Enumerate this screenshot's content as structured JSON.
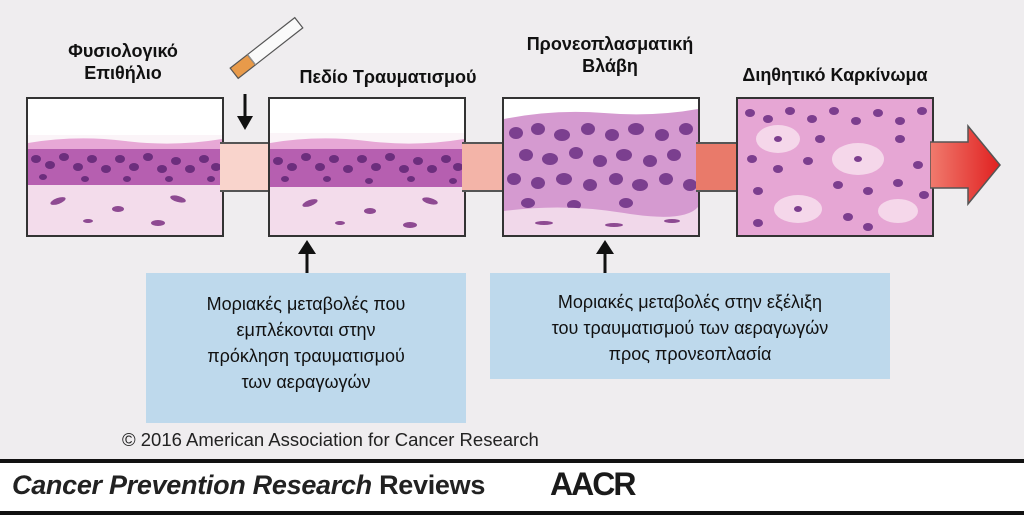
{
  "stages": [
    {
      "label_lines": [
        "Φυσιολογικό",
        "Επιθήλιο"
      ]
    },
    {
      "label_lines": [
        "Πεδίο Τραυματισμού"
      ]
    },
    {
      "label_lines": [
        "Προνεοπλασματική",
        "Βλάβη"
      ]
    },
    {
      "label_lines": [
        "Διηθητικό Καρκίνωμα"
      ]
    }
  ],
  "captions": [
    {
      "lines": [
        "Μοριακές μεταβολές που",
        "εμπλέκονται στην",
        "πρόκληση τραυματισμού",
        "των αεραγωγών"
      ]
    },
    {
      "lines": [
        "Μοριακές μεταβολές στην εξέλιξη",
        "του τραυματισμού των αεραγωγών",
        "προς προνεοπλασία"
      ]
    }
  ],
  "icons": {
    "cigarette": "cigarette-icon",
    "down_arrow": "down-arrow-icon",
    "up_arrow": "up-arrow-icon",
    "progression_arrow": "progression-arrow-icon"
  },
  "colors": {
    "panel": "#efedef",
    "caption_box": "#bed9ec",
    "connector_light": "#f9d4cc",
    "connector_mid": "#f0a89a",
    "connector_dark": "#e8503e"
  },
  "copyright": "© 2016 American Association for Cancer Research",
  "footer": {
    "journal_italic": "Cancer Prevention Research",
    "journal_rest": " Reviews",
    "logo": "AACR"
  }
}
